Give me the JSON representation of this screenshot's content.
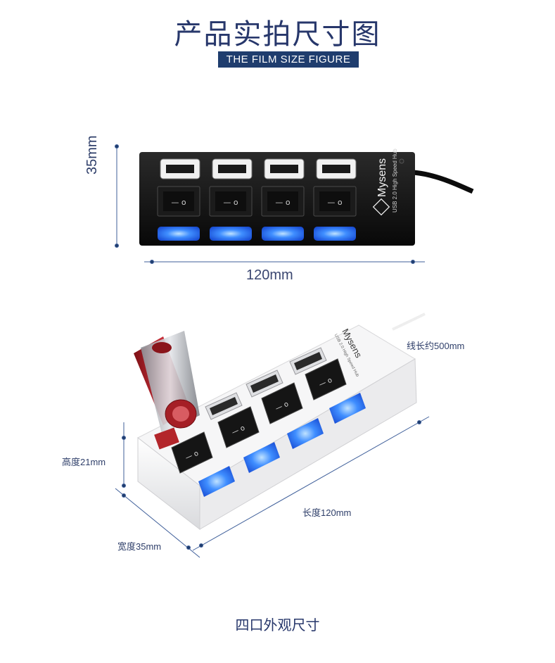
{
  "header": {
    "title": "产品实拍尺寸图",
    "subtitle": "THE FILM SIZE FIGURE"
  },
  "top_view": {
    "height_label": "35mm",
    "length_label": "120mm",
    "brand": "Mysens",
    "brand_sub": "USB 2.0 High Speed Hub",
    "switch_glyph": "— o",
    "hub_color": "#111111",
    "led_color": "#2f7bff",
    "port_count": 4
  },
  "side_view": {
    "cable_label": "线长约500mm",
    "height_label": "高度21mm",
    "length_label": "长度120mm",
    "width_label": "宽度35mm",
    "brand": "Mysens",
    "brand_sub": "USB 2.0 High Speed Hub",
    "hub_color": "#f4f4f4",
    "led_color": "#2a8cff",
    "flash_drive_color": "#b3262b"
  },
  "footer": {
    "caption": "四口外观尺寸"
  },
  "colors": {
    "accent": "#1f3d6e",
    "dimension_line": "#3f5f9a"
  }
}
